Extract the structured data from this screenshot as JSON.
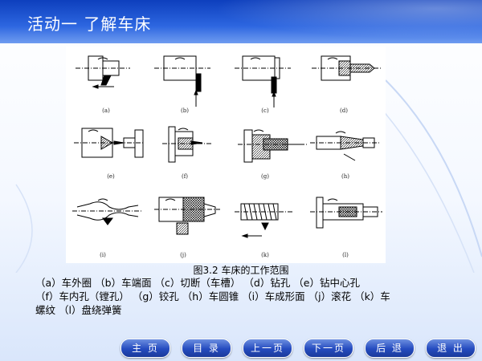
{
  "header": {
    "title": "活动一  了解车床"
  },
  "figure": {
    "panel_labels": [
      "(a)",
      "(b)",
      "(c)",
      "(d)",
      "(e)",
      "(f)",
      "(g)",
      "(h)",
      "(i)",
      "(j)",
      "(k)",
      "(l)"
    ],
    "caption": "图3.2  车床的工作范围"
  },
  "description": {
    "line1": "（a）车外圈  （b）车端面  （c）切断（车槽）  （d）钻孔  （e）钻中心孔",
    "line2": "（f）车内孔（镗孔）  （g）铰孔  （h）车圆锥  （i）车成形面  （j）滚花  （k）车",
    "line3": "螺纹      （l）盘绕弹簧"
  },
  "nav": {
    "home": "主 页",
    "contents": "目 录",
    "prev": "上一页",
    "next": "下一页",
    "back": "后 退",
    "exit": "退 出"
  }
}
